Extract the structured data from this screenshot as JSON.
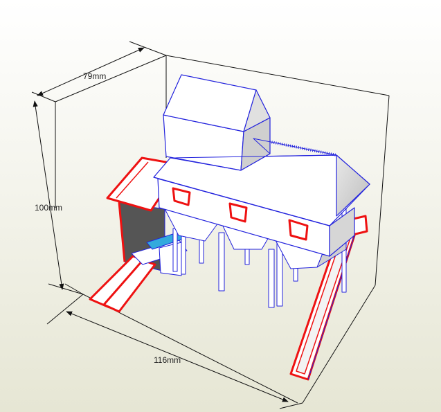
{
  "dimensions": {
    "depth": "79mm",
    "height": "100mm",
    "width": "116mm"
  },
  "colors": {
    "outline": "#2222dd",
    "highlight": "#ee1111",
    "box": "#111111",
    "wall": "#ffffff",
    "shade": "#cfcfcf",
    "dark": "#555555",
    "accent": "#33aadd"
  }
}
